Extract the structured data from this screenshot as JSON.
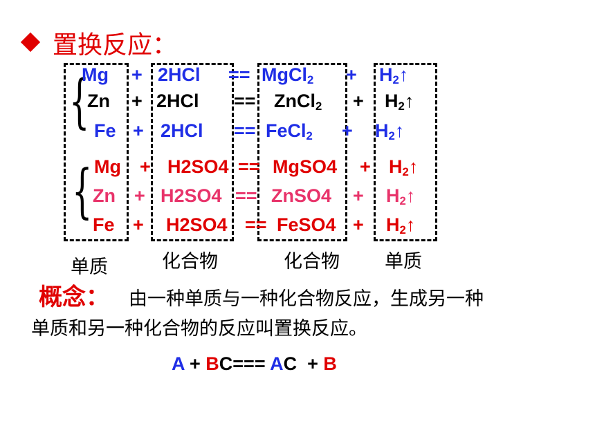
{
  "title": "置换反应：",
  "colors": {
    "blue": "#1f2ee6",
    "red": "#e00000",
    "pink": "#e8336a",
    "black": "#000000"
  },
  "equations": {
    "r1": {
      "a": "Mg",
      "plus1": "+",
      "b": "2HCl",
      "eq": "==",
      "c": "MgCl",
      "c_sub": "2",
      "plus2": "+",
      "d": "H",
      "d_sub": "2",
      "arrow": "↑"
    },
    "r2": {
      "a": "Zn",
      "plus1": "+",
      "b": "2HCl",
      "eq": "==",
      "c": "ZnCl",
      "c_sub": "2",
      "plus2": "+",
      "d": "H",
      "d_sub": "2",
      "arrow": "↑"
    },
    "r3": {
      "a": "Fe",
      "plus1": "+",
      "b": "2HCl",
      "eq": "==",
      "c": "FeCl",
      "c_sub": "2",
      "plus2": "+",
      "d": "H",
      "d_sub": "2",
      "arrow": "↑"
    },
    "r4": {
      "a": "Mg",
      "plus1": "+",
      "b": "H2SO4",
      "eq": "==",
      "c": "MgSO4",
      "plus2": "+",
      "d": "H",
      "d_sub": "2",
      "arrow": "↑"
    },
    "r5": {
      "a": "Zn",
      "plus1": "+",
      "b": "H2SO4",
      "eq": "==",
      "c": "ZnSO4",
      "plus2": "+",
      "d": "H",
      "d_sub": "2",
      "arrow": "↑"
    },
    "r6": {
      "a": "Fe",
      "plus1": "+",
      "b": "H2SO4",
      "eq": "==",
      "c": "FeSO4",
      "plus2": "+",
      "d": "H",
      "d_sub": "2",
      "arrow": "↑"
    }
  },
  "captions": {
    "c1": "单质",
    "c2": "化合物",
    "c3": "化合物",
    "c4": "单质"
  },
  "concept": {
    "label": "概念：",
    "line1": "由一种单质与一种化合物反应，生成另一种",
    "line2": "单质和另一种化合物的反应叫置换反应。"
  },
  "general_formula": {
    "a1": "A",
    "p1": " + ",
    "b1": "B",
    "c1": "C=== ",
    "a2": "A",
    "c2": "C  + ",
    "b2": "B"
  }
}
